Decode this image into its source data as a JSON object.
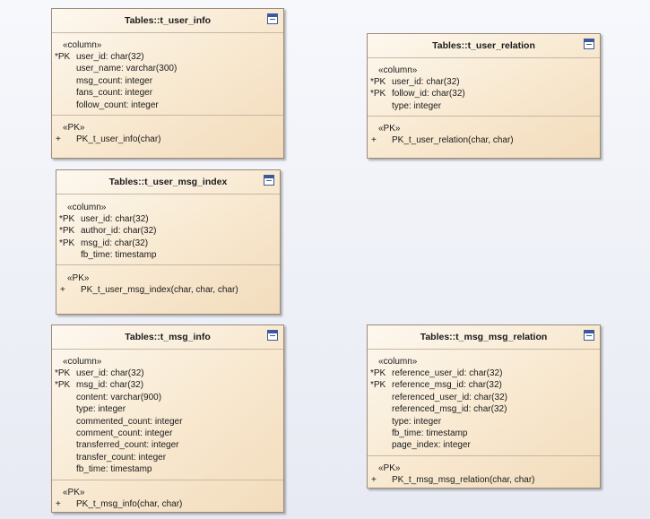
{
  "tables": [
    {
      "title": "Tables::t_user_info",
      "column_stereotype": "«column»",
      "columns": [
        {
          "marker": "*PK",
          "text": "user_id: char(32)"
        },
        {
          "marker": "",
          "text": "user_name: varchar(300)"
        },
        {
          "marker": "",
          "text": "msg_count: integer"
        },
        {
          "marker": "",
          "text": "fans_count: integer"
        },
        {
          "marker": "",
          "text": "follow_count: integer"
        }
      ],
      "op_stereotype": "«PK»",
      "operations": [
        {
          "marker": "+",
          "text": "PK_t_user_info(char)"
        }
      ]
    },
    {
      "title": "Tables::t_user_relation",
      "column_stereotype": "«column»",
      "columns": [
        {
          "marker": "*PK",
          "text": "user_id: char(32)"
        },
        {
          "marker": "*PK",
          "text": "follow_id: char(32)"
        },
        {
          "marker": "",
          "text": "type: integer"
        }
      ],
      "op_stereotype": "«PK»",
      "operations": [
        {
          "marker": "+",
          "text": "PK_t_user_relation(char, char)"
        }
      ]
    },
    {
      "title": "Tables::t_user_msg_index",
      "column_stereotype": "«column»",
      "columns": [
        {
          "marker": "*PK",
          "text": "user_id: char(32)"
        },
        {
          "marker": "*PK",
          "text": "author_id: char(32)"
        },
        {
          "marker": "*PK",
          "text": "msg_id: char(32)"
        },
        {
          "marker": "",
          "text": "fb_time: timestamp"
        }
      ],
      "op_stereotype": "«PK»",
      "operations": [
        {
          "marker": "+",
          "text": "PK_t_user_msg_index(char, char, char)"
        }
      ]
    },
    {
      "title": "Tables::t_msg_info",
      "column_stereotype": "«column»",
      "columns": [
        {
          "marker": "*PK",
          "text": "user_id: char(32)"
        },
        {
          "marker": "*PK",
          "text": "msg_id: char(32)"
        },
        {
          "marker": "",
          "text": "content: varchar(900)"
        },
        {
          "marker": "",
          "text": "type: integer"
        },
        {
          "marker": "",
          "text": "commented_count: integer"
        },
        {
          "marker": "",
          "text": "comment_count: integer"
        },
        {
          "marker": "",
          "text": "transferred_count: integer"
        },
        {
          "marker": "",
          "text": "transfer_count: integer"
        },
        {
          "marker": "",
          "text": "fb_time: timestamp"
        }
      ],
      "op_stereotype": "«PK»",
      "operations": [
        {
          "marker": "+",
          "text": "PK_t_msg_info(char, char)"
        }
      ]
    },
    {
      "title": "Tables::t_msg_msg_relation",
      "column_stereotype": "«column»",
      "columns": [
        {
          "marker": "*PK",
          "text": "reference_user_id: char(32)"
        },
        {
          "marker": "*PK",
          "text": "reference_msg_id: char(32)"
        },
        {
          "marker": "",
          "text": "referenced_user_id: char(32)"
        },
        {
          "marker": "",
          "text": "referenced_msg_id: char(32)"
        },
        {
          "marker": "",
          "text": "type: integer"
        },
        {
          "marker": "",
          "text": "fb_time: timestamp"
        },
        {
          "marker": "",
          "text": "page_index: integer"
        }
      ],
      "op_stereotype": "«PK»",
      "operations": [
        {
          "marker": "+",
          "text": "PK_t_msg_msg_relation(char, char)"
        }
      ]
    }
  ]
}
